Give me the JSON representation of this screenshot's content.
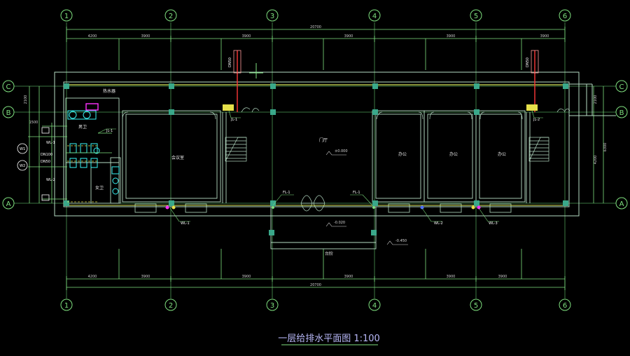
{
  "title": "一层给排水平面图 1:100",
  "axes": {
    "top": [
      "1",
      "2",
      "3",
      "4",
      "5",
      "6"
    ],
    "bottom": [
      "1",
      "2",
      "3",
      "4",
      "5",
      "6"
    ],
    "left": [
      "C",
      "B",
      "A"
    ],
    "right": [
      "C",
      "B",
      "A"
    ]
  },
  "dimensions": {
    "top_segments": [
      "4200",
      "3900",
      "3900",
      "3900",
      "3900",
      "3900"
    ],
    "top_total": "20700",
    "bottom_segments": [
      "4200",
      "3900",
      "3900",
      "3900",
      "3900",
      "3900"
    ],
    "bottom_total": "20700",
    "left_segments": [
      "1500",
      "2100"
    ],
    "right_segments": [
      "2100",
      "4200"
    ],
    "right_total": "6300"
  },
  "rooms": {
    "lobby": "门厅",
    "meeting": "会议室",
    "office1": "办公",
    "office2": "办公",
    "office3": "办公",
    "men_wc": "男卫",
    "women_wc": "女卫",
    "water_heater": "热水器",
    "platform": "台阶"
  },
  "elevations": {
    "lobby": "±0.000",
    "porch": "-0.020",
    "outside": "-0.450"
  },
  "pipe_labels": {
    "jl1_stair": "JL-1",
    "jl2_stair": "JL-2",
    "jl1_wc": "JL-1",
    "wl1_wc": "WL-1",
    "wl2_wc": "WL-2",
    "fl1_a": "FL-1",
    "fl1_b": "FL-1",
    "bl1": "WL-1",
    "bl2": "WL-2",
    "bl3": "WL-3",
    "top_riser_left": "DN50",
    "top_riser_right": "DN50",
    "w1": "W1",
    "w2": "W2",
    "dn_a": "DN100",
    "dn_b": "DN50"
  },
  "colors": {
    "axis": "#7fe07f",
    "wall": "#b6dcc4",
    "column": "#3aa88a",
    "grid_line": "#4e9a57",
    "water_supply": "#ff3838",
    "fixture": "#39f3f3",
    "magenta": "#ff30ff",
    "yellow": "#e6e04a",
    "title": "#b8b8f8"
  }
}
